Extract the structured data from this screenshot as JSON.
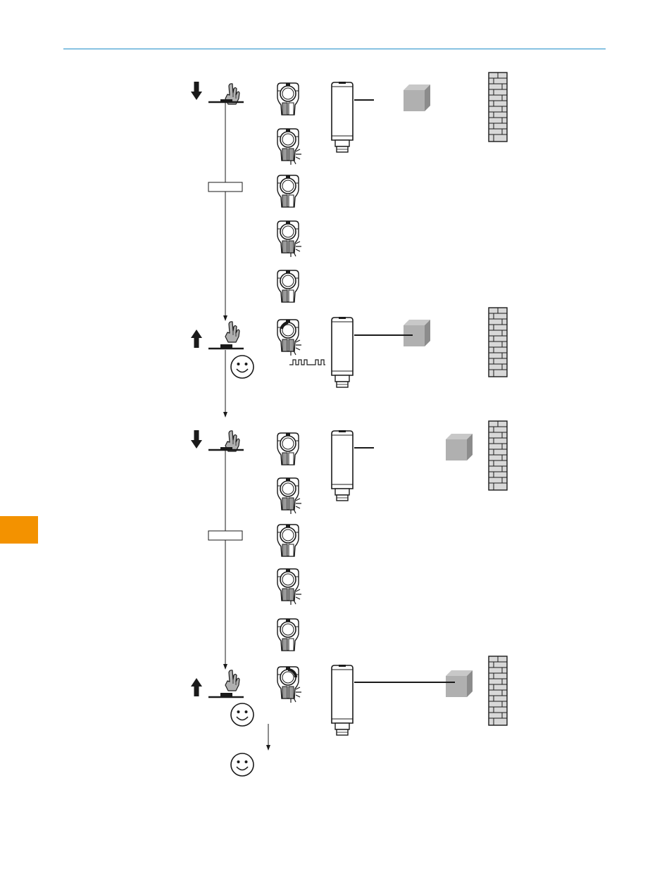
{
  "colors": {
    "header_rule": "#1e8ec8",
    "chapter_tab": "#f39200",
    "ink": "#1a1a1a",
    "object_gray": "#b0b0b0",
    "object_side": "#8c8c8c",
    "led_gray": "#9a9a9a",
    "wall_brick": "#d8d8d8"
  },
  "stages": [
    {
      "id": "stage-1-background-teach",
      "button_action": "press",
      "led_sequence": [
        "off",
        "blinking",
        "off",
        "blinking",
        "off"
      ],
      "object_position": "near",
      "background": "wall-far"
    },
    {
      "id": "stage-2-confirm",
      "button_action": "release",
      "led_sequence": [
        "on-rotating"
      ],
      "result": "smiley",
      "output_signal": "pulse-train",
      "object_position": "near-detected"
    },
    {
      "id": "stage-3-object-teach",
      "button_action": "press",
      "led_sequence": [
        "off",
        "blinking",
        "off",
        "blinking",
        "off"
      ],
      "object_position": "at-wall",
      "background": "wall-far"
    },
    {
      "id": "stage-4-confirm",
      "button_action": "release",
      "led_sequence": [
        "on-rotating"
      ],
      "result": "smiley",
      "final_result": "smiley",
      "object_position": "at-wall-detected"
    }
  ],
  "icons": [
    "arrow-down-icon",
    "arrow-up-icon",
    "pointing-hand-icon",
    "push-button-icon",
    "sensor-dial-icon",
    "blinking-led-icon",
    "sensor-body-icon",
    "object-cube-icon",
    "brick-wall-icon",
    "smiley-icon",
    "pulse-signal-icon",
    "timer-box-icon"
  ]
}
